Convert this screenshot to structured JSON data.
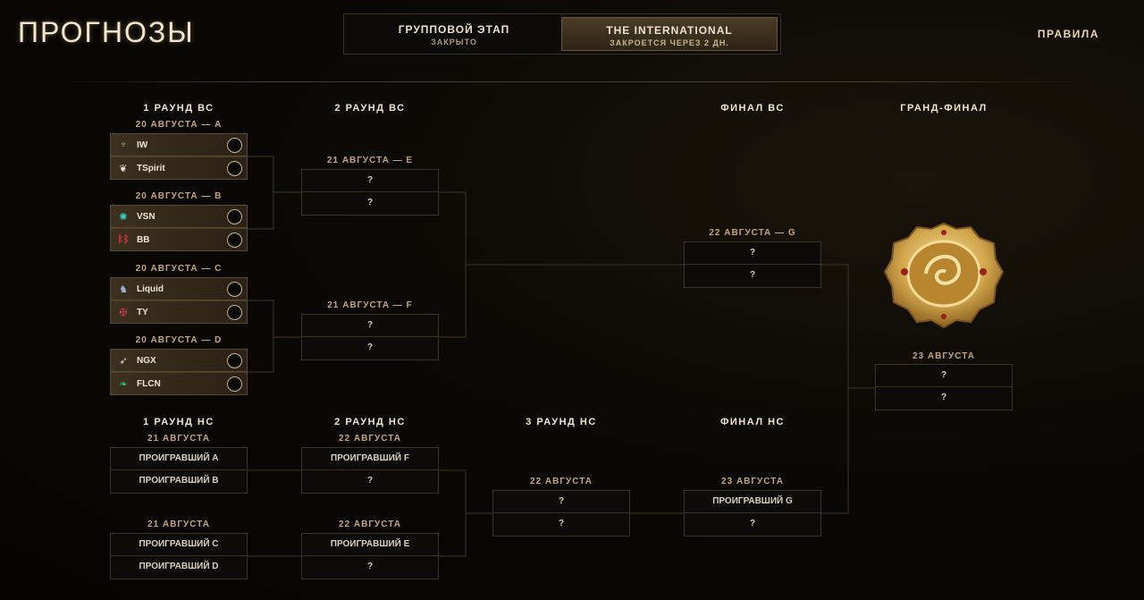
{
  "page_title": "ПРОГНОЗЫ",
  "tabs": [
    {
      "label": "ГРУППОВОЙ ЭТАП",
      "status": "ЗАКРЫТО"
    },
    {
      "label": "THE INTERNATIONAL",
      "status": "ЗАКРОЕТСЯ ЧЕРЕЗ  2 ДН."
    }
  ],
  "rules_label": "ПРАВИЛА",
  "headers": {
    "wb_r1": "1 РАУНД ВС",
    "wb_r2": "2 РАУНД ВС",
    "wb_final": "ФИНАЛ ВС",
    "grand_final": "ГРАНД-ФИНАЛ",
    "lb_r1": "1 РАУНД НС",
    "lb_r2": "2 РАУНД НС",
    "lb_r3": "3 РАУНД НС",
    "lb_final": "ФИНАЛ НС"
  },
  "wb_r1": [
    {
      "date": "20 АВГУСТА — A",
      "teams": [
        {
          "name": "IW",
          "icon": "iw-logo-icon",
          "color": "#c9b48a"
        },
        {
          "name": "TSpirit",
          "icon": "spirit-logo-icon",
          "color": "#e8e4dc"
        }
      ]
    },
    {
      "date": "20 АВГУСТА — B",
      "teams": [
        {
          "name": "VSN",
          "icon": "vsn-logo-icon",
          "color": "#3fd0c0"
        },
        {
          "name": "BB",
          "icon": "bb-logo-icon",
          "color": "#e0303c"
        }
      ]
    },
    {
      "date": "20 АВГУСТА — C",
      "teams": [
        {
          "name": "Liquid",
          "icon": "liquid-logo-icon",
          "color": "#9fb8d8"
        },
        {
          "name": "TY",
          "icon": "ty-logo-icon",
          "color": "#d04050"
        }
      ]
    },
    {
      "date": "20 АВГУСТА — D",
      "teams": [
        {
          "name": "NGX",
          "icon": "ngx-logo-icon",
          "color": "#d8d8d8"
        },
        {
          "name": "FLCN",
          "icon": "falcons-logo-icon",
          "color": "#2fbf6a"
        }
      ]
    }
  ],
  "wb_r2": [
    {
      "date": "21 АВГУСТА — E",
      "slots": [
        "?",
        "?"
      ]
    },
    {
      "date": "21 АВГУСТА — F",
      "slots": [
        "?",
        "?"
      ]
    }
  ],
  "wb_final": {
    "date": "22 АВГУСТА — G",
    "slots": [
      "?",
      "?"
    ]
  },
  "grand_final": {
    "date": "23 АВГУСТА",
    "slots": [
      "?",
      "?"
    ]
  },
  "lb_r1": [
    {
      "date": "21 АВГУСТА",
      "slots": [
        "ПРОИГРАВШИЙ A",
        "ПРОИГРАВШИЙ B"
      ]
    },
    {
      "date": "21 АВГУСТА",
      "slots": [
        "ПРОИГРАВШИЙ C",
        "ПРОИГРАВШИЙ D"
      ]
    }
  ],
  "lb_r2": [
    {
      "date": "22 АВГУСТА",
      "slots": [
        "ПРОИГРАВШИЙ F",
        "?"
      ]
    },
    {
      "date": "22 АВГУСТА",
      "slots": [
        "ПРОИГРАВШИЙ E",
        "?"
      ]
    }
  ],
  "lb_r3": {
    "date": "22 АВГУСТА",
    "slots": [
      "?",
      "?"
    ]
  },
  "lb_final": {
    "date": "23 АВГУСТА",
    "slots": [
      "ПРОИГРАВШИЙ G",
      "?"
    ]
  },
  "colors": {
    "accent": "#c4a67a",
    "line": "#3d3528",
    "team_bg": "#3c301e"
  }
}
